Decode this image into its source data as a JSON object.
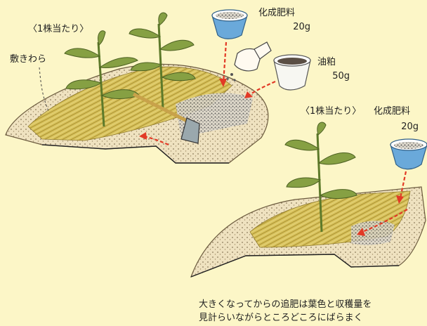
{
  "top_left": {
    "per_plant": "〈1株当たり〉",
    "straw_label": "敷きわら",
    "fertilizer_name": "化成肥料",
    "fertilizer_amount": "20g",
    "oilcake_name": "油粕",
    "oilcake_amount": "50g"
  },
  "bottom_right": {
    "per_plant": "〈1株当たり〉",
    "fertilizer_name": "化成肥料",
    "fertilizer_amount": "20g"
  },
  "caption": {
    "line1": "大きくなってからの追肥は葉色と収穫量を",
    "line2": "見計らいながらところどころにばらまく"
  },
  "colors": {
    "background": "#fcf6c7",
    "straw": "#d8c25a",
    "soil": "#efe2c0",
    "leaf": "#7f9a3c",
    "arrow": "#e23a26",
    "bowl": "#6aa9da"
  }
}
